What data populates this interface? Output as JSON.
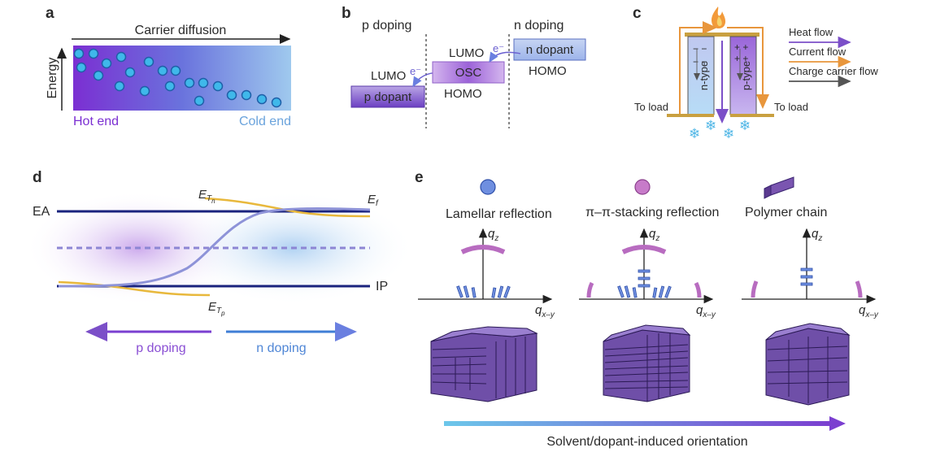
{
  "panels": {
    "a": {
      "letter": "a",
      "x_label": "Carrier diffusion",
      "y_label": "Energy",
      "hot_label": "Hot end",
      "cold_label": "Cold end"
    },
    "b": {
      "letter": "b",
      "p_doping": "p doping",
      "n_doping": "n doping",
      "lumo_left": "LUMO",
      "lumo_mid": "LUMO",
      "homo_mid": "HOMO",
      "homo_right": "HOMO",
      "electron_left": "e⁻",
      "electron_right": "e⁻",
      "p_dopant": "p dopant",
      "osc": "OSC",
      "n_dopant": "n dopant"
    },
    "c": {
      "letter": "c",
      "n_type": "n-type",
      "p_type": "p-type",
      "load_left": "To load",
      "load_right": "To load",
      "legend": [
        {
          "label": "Heat flow",
          "color": "#7b4fc8"
        },
        {
          "label": "Current flow",
          "color": "#e8963c"
        },
        {
          "label": "Charge carrier flow",
          "color": "#555555"
        }
      ]
    },
    "d": {
      "letter": "d",
      "ea": "EA",
      "ip": "IP",
      "etn_main": "E",
      "etn_sub": "T",
      "etn_subsub": "n",
      "etp_main": "E",
      "etp_sub": "T",
      "etp_subsub": "p",
      "ef_main": "E",
      "ef_sub": "f",
      "p_doping": "p doping",
      "n_doping": "n doping"
    },
    "e": {
      "letter": "e",
      "legend": [
        {
          "label": "Lamellar reflection",
          "color": "#5b7fd6"
        },
        {
          "label": "π–π-stacking reflection",
          "color": "#c77bc9"
        },
        {
          "label": "Polymer chain",
          "color": "#7a55b0"
        }
      ],
      "qz_main": "q",
      "qz_sub": "z",
      "qxy_main": "q",
      "qxy_sub": "x–y",
      "bottom_label": "Solvent/dopant-induced orientation"
    }
  }
}
